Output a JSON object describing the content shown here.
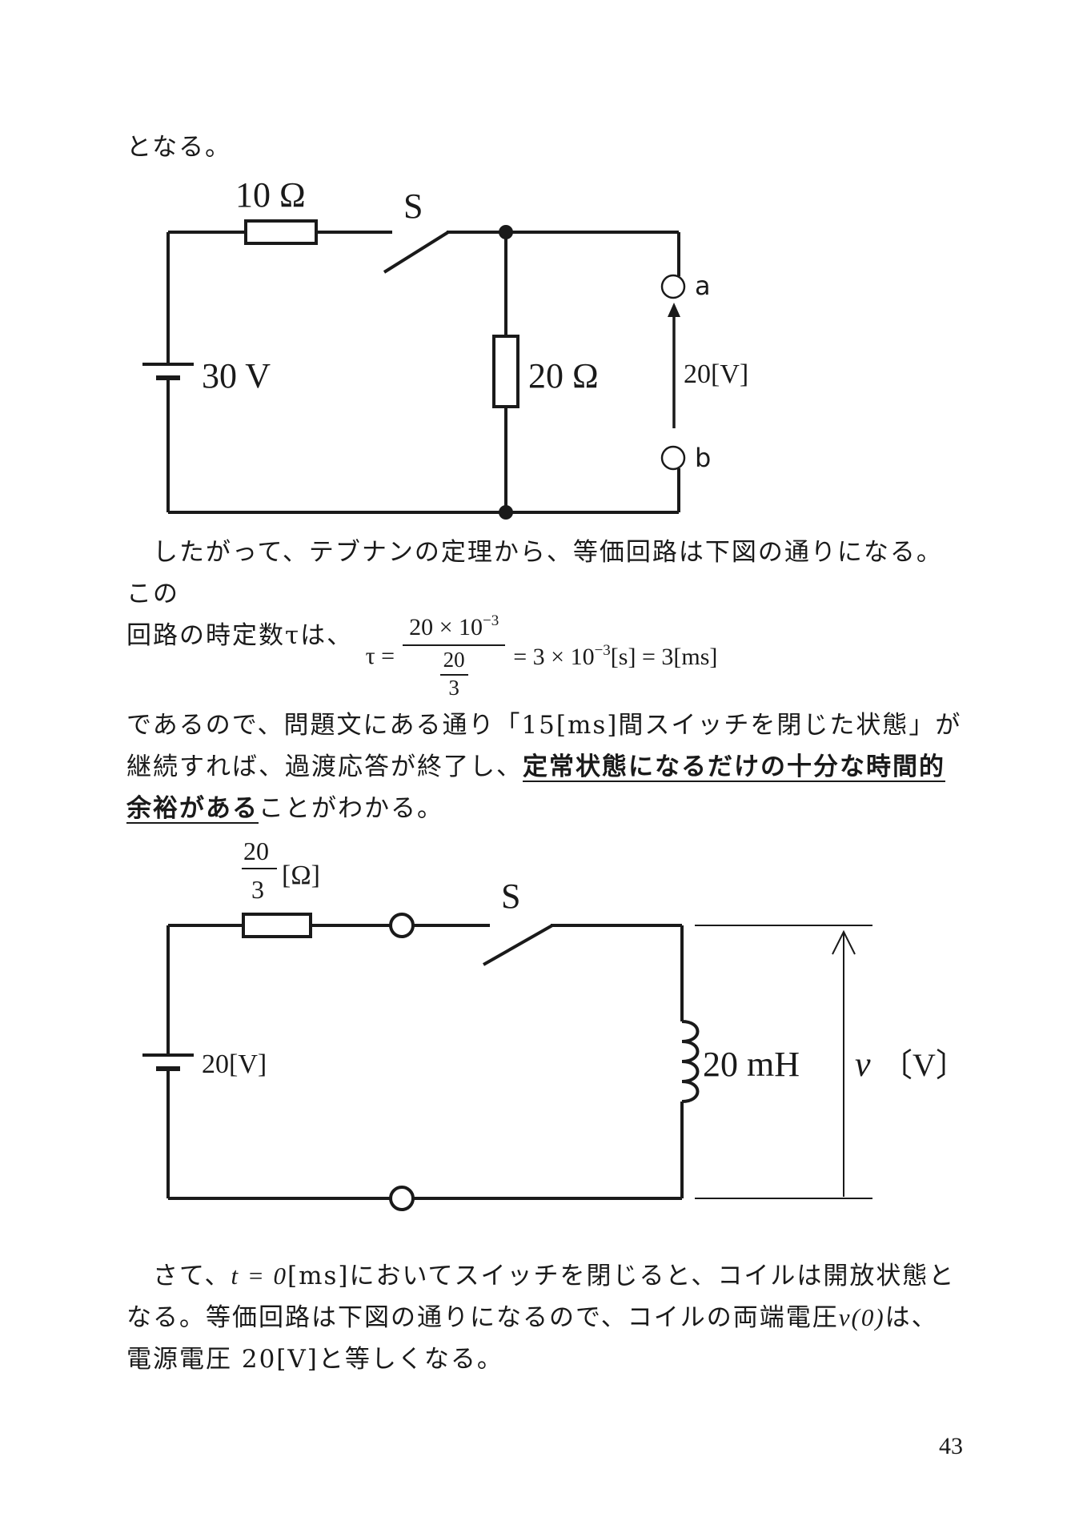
{
  "para0": "となる。",
  "circuit1": {
    "resistor1": "10 Ω",
    "switch": "S",
    "source": "30 V",
    "resistor2": "20 Ω",
    "terminal_a": "a",
    "terminal_b": "b",
    "voltage": "20[V]"
  },
  "para1": {
    "line1": "したがって、テブナンの定理から、等価回路は下図の通りになる。この",
    "line2": "回路の時定数τは、"
  },
  "equation": {
    "lhs": "τ =",
    "numerator": "20 × 10",
    "numerator_exp": "−3",
    "denominator_num": "20",
    "denominator_den": "3",
    "rhs_1": "= 3 × 10",
    "rhs_exp": "−3",
    "rhs_2": "[s] = 3[ms]"
  },
  "para2": {
    "text_plain": "であるので、問題文にある通り「15[ms]間スイッチを閉じた状態」が継続すれば、過渡応答が終了し、",
    "text_bold": "定常状態になるだけの十分な時間的余裕がある",
    "text_end": "ことがわかる。"
  },
  "circuit2": {
    "resistor_num": "20",
    "resistor_den": "3",
    "resistor_unit": "[Ω]",
    "switch": "S",
    "source": "20[V]",
    "inductor": "20 mH",
    "voltage_symbol": "v",
    "voltage_unit": "〔V〕"
  },
  "para3": {
    "text_a": "さて、",
    "t_expr": "t = 0",
    "text_b": "[ms]においてスイッチを閉じると、コイルは開放状態となる。等価回路は下図の通りになるので、コイルの両端電圧",
    "v_expr": "v(0)",
    "text_c": "は、電源電圧 20[V]と等しくなる。"
  },
  "page_number": "43"
}
